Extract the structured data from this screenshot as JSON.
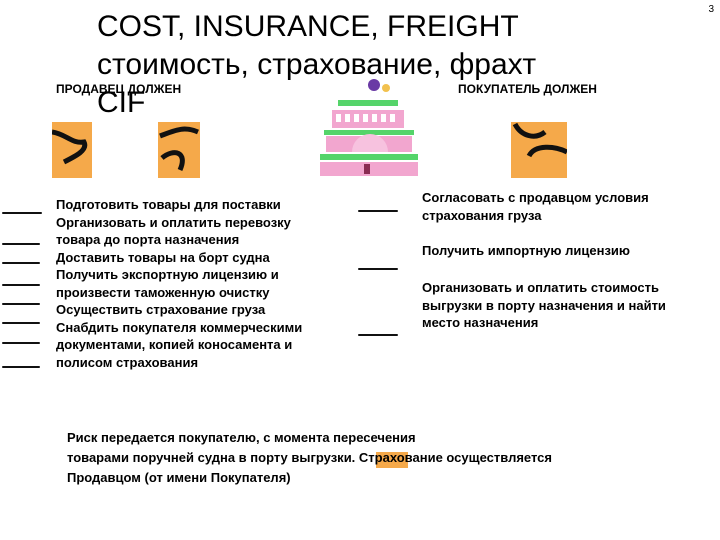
{
  "page_number": "3",
  "title": {
    "line1": "COST, INSURANCE, FREIGHT",
    "line2": "стоимость, страхование, фрахт",
    "line3": "CIF"
  },
  "seller": {
    "heading": "ПРОДАВЕЦ ДОЛЖЕН",
    "lines": [
      " Подготовить товары для поставки",
      "Организовать и оплатить перевозку",
      "товара до порта назначения",
      "Доставить товары на борт судна",
      "Получить экспортную лицензию  и",
      "произвести таможенную очистку",
      "Осуществить страхование груза",
      "Снабдить покупателя коммерческими",
      "документами, копией коносамента  и",
      "полисом  страхования"
    ]
  },
  "buyer": {
    "heading": "ПОКУПАТЕЛЬ ДОЛЖЕН",
    "items": [
      [
        "Согласовать с продавцом условия",
        "страхования груза"
      ],
      [
        "Получить импортную лицензию"
      ],
      [
        "Организовать и оплатить стоимость",
        "выгрузки в порту назначения и найти",
        "место назначения"
      ]
    ]
  },
  "bottom_lines": [
    "Риск передается покупателю, с момента пересечения",
    "товарами  поручней судна в порту выгрузки. Страхование осуществляется",
    "Продавцом (от имени Покупателя)"
  ],
  "colors": {
    "accent_orange": "#f5a94a",
    "ship_pink": "#f2a6cf",
    "ship_green": "#55d46a"
  }
}
